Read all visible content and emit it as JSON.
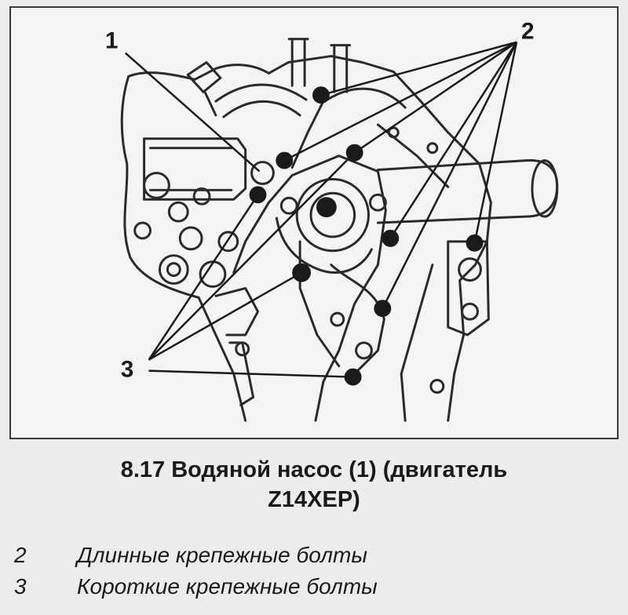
{
  "figure": {
    "callouts": [
      {
        "id": "1"
      },
      {
        "id": "2"
      },
      {
        "id": "3"
      }
    ]
  },
  "caption": {
    "line1": "8.17 Водяной насос (1) (двигатель",
    "line2": "Z14XEP)"
  },
  "legend": [
    {
      "number": "2",
      "text": "Длинные крепежные болты"
    },
    {
      "number": "3",
      "text": "Короткие крепежные болты"
    }
  ]
}
